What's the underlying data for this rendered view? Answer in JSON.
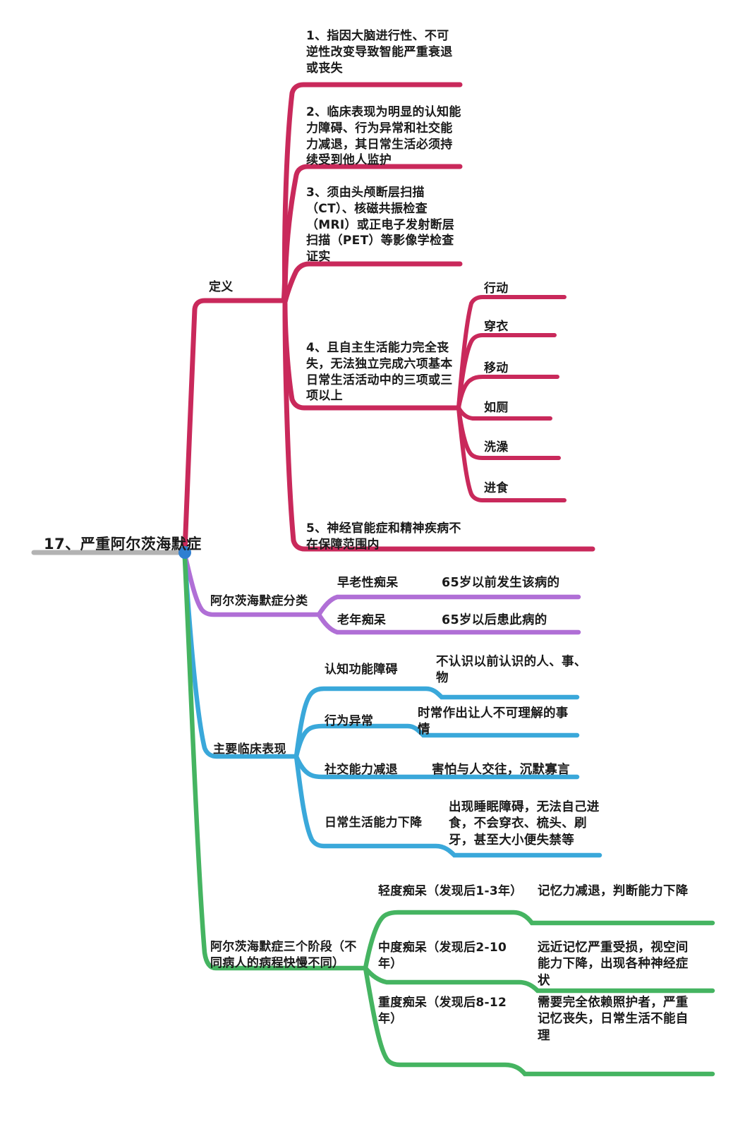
{
  "colors": {
    "root_line": "#b3b3b3",
    "root_node": "#2f7fd1",
    "definition": "#c9295b",
    "classification": "#b06fd6",
    "clinical": "#3aa8da",
    "stages": "#45b461",
    "text": "#1a1a1a",
    "background": "#ffffff"
  },
  "root": {
    "label": "17、严重阿尔茨海默症"
  },
  "branches": [
    {
      "id": "definition",
      "label": "定义",
      "color": "#c9295b",
      "items": [
        {
          "label": "1、指因大脑进行性、不可逆性改变导致智能严重衰退或丧失",
          "children": []
        },
        {
          "label": "2、临床表现为明显的认知能力障碍、行为异常和社交能力减退，其日常生活必须持续受到他人监护",
          "children": []
        },
        {
          "label": "3、须由头颅断层扫描（CT）、核磁共振检查（MRI）或正电子发射断层扫描（PET）等影像学检查证实",
          "children": []
        },
        {
          "label": "4、且自主生活能力完全丧失，无法独立完成六项基本日常生活活动中的三项或三项以上",
          "children": [
            "行动",
            "穿衣",
            "移动",
            "如厕",
            "洗澡",
            "进食"
          ]
        },
        {
          "label": "5、神经官能症和精神疾病不在保障范围内",
          "children": []
        }
      ]
    },
    {
      "id": "classification",
      "label": "阿尔茨海默症分类",
      "color": "#b06fd6",
      "items": [
        {
          "label": "早老性痴呆",
          "detail": "65岁以前发生该病的"
        },
        {
          "label": "老年痴呆",
          "detail": "65岁以后患此病的"
        }
      ]
    },
    {
      "id": "clinical",
      "label": "主要临床表现",
      "color": "#3aa8da",
      "items": [
        {
          "label": "认知功能障碍",
          "detail": "不认识以前认识的人、事、物"
        },
        {
          "label": "行为异常",
          "detail": "时常作出让人不可理解的事情"
        },
        {
          "label": "社交能力减退",
          "detail": "害怕与人交往，沉默寡言"
        },
        {
          "label": "日常生活能力下降",
          "detail": "出现睡眠障碍，无法自己进食，不会穿衣、梳头、刷牙，甚至大小便失禁等"
        }
      ]
    },
    {
      "id": "stages",
      "label": "阿尔茨海默症三个阶段（不同病人的病程快慢不同）",
      "color": "#45b461",
      "items": [
        {
          "label": "轻度痴呆（发现后1-3年）",
          "detail": "记忆力减退，判断能力下降"
        },
        {
          "label": "中度痴呆（发现后2-10年）",
          "detail": "远近记忆严重受损，视空间能力下降，出现各种神经症状"
        },
        {
          "label": "重度痴呆（发现后8-12年）",
          "detail": "需要完全依赖照护者，严重记忆丧失，日常生活不能自理"
        }
      ]
    }
  ]
}
